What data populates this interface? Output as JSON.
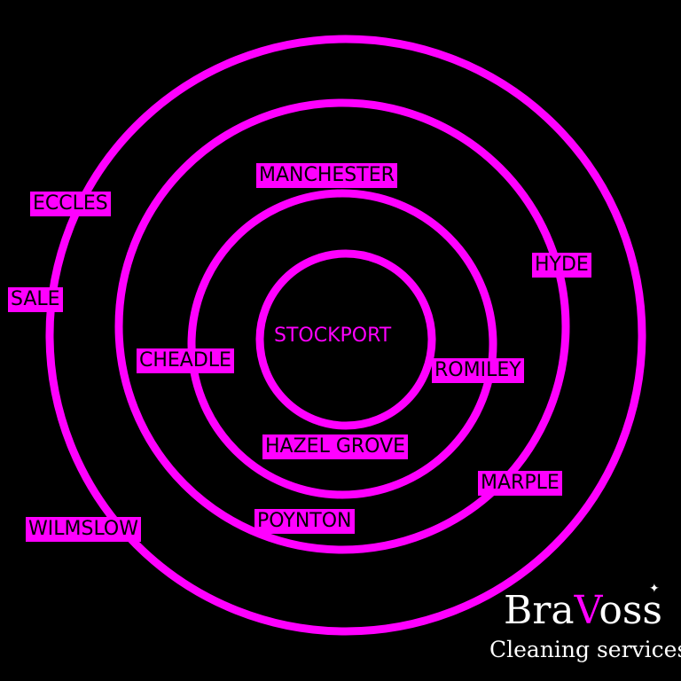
{
  "diagram": {
    "center_label": "STOCKPORT",
    "labels": {
      "manchester": "MANCHESTER",
      "eccles": "ECCLES",
      "hyde": "HYDE",
      "sale": "SALE",
      "cheadle": "CHEADLE",
      "romiley": "ROMILEY",
      "hazel_grove": "HAZEL GROVE",
      "marple": "MARPLE",
      "poynton": "POYNTON",
      "wilmslow": "WILMSLOW"
    },
    "colors": {
      "accent": "#ff00ff",
      "background": "#000000",
      "text_dark": "#000000",
      "logo_text": "#ffffff"
    }
  },
  "logo": {
    "brand_part1": "Bra",
    "brand_part2": "V",
    "brand_part3": "oss",
    "tagline": "Cleaning services",
    "sparkle_icon": "sparkle-icon"
  }
}
